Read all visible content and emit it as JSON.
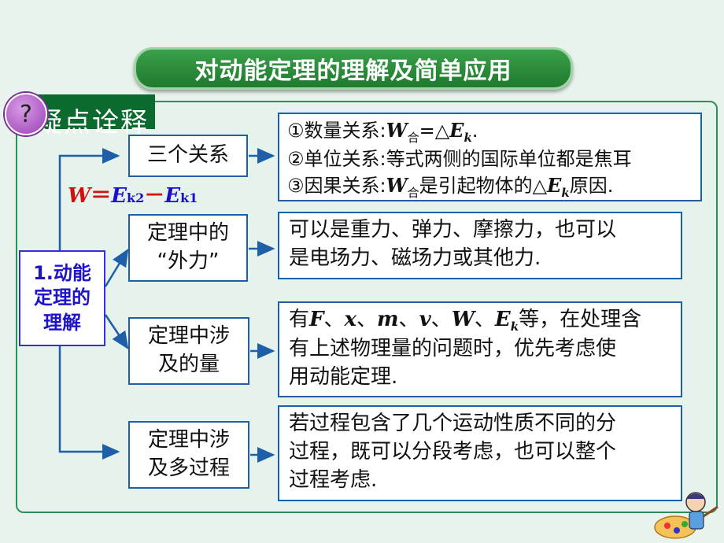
{
  "title": "对动能定理的理解及简单应用",
  "section": {
    "badge": "?",
    "label": "疑点诠释"
  },
  "root_box": {
    "line1": "1.动能",
    "line2": "定理的",
    "line3": "理解"
  },
  "formula": {
    "w": "W",
    "eq": "＝",
    "ek2": "E",
    "ek2_sub": "k2",
    "minus": "－",
    "ek1": "E",
    "ek1_sub": "k1"
  },
  "branches": [
    {
      "label_lines": [
        "三个关系"
      ],
      "detail": {
        "r1_pre": "①数量关系:",
        "r1_w": "W",
        "r1_sub": "合",
        "r1_mid": "=△",
        "r1_e": "E",
        "r1_esub": "k",
        "r1_end": ".",
        "r2": "②单位关系:等式两侧的国际单位都是焦耳",
        "r3_pre": "③因果关系:",
        "r3_w": "W",
        "r3_sub": "合",
        "r3_mid": "是引起物体的△",
        "r3_e": "E",
        "r3_esub": "k",
        "r3_end": "原因."
      }
    },
    {
      "label_lines": [
        "定理中的",
        "“外力”"
      ],
      "detail": {
        "line1": "可以是重力、弹力、摩擦力，也可以",
        "line2": "是电场力、磁场力或其他力."
      }
    },
    {
      "label_lines": [
        "定理中涉",
        "及的量"
      ],
      "detail": {
        "p1": "有",
        "F": "F",
        "s1": "、",
        "x": "x",
        "s2": "、",
        "m": "m",
        "s3": "、",
        "v": "v",
        "s4": "、",
        "W": "W",
        "s5": "、",
        "E": "E",
        "Esub": "k",
        "p2": "等，在处理含",
        "line2": "有上述物理量的问题时，优先考虑使",
        "line3": "用动能定理."
      }
    },
    {
      "label_lines": [
        "定理中涉",
        "及多过程"
      ],
      "detail": {
        "line1": "若过程包含了几个运动性质不同的分",
        "line2": "过程，既可以分段考虑，也可以整个",
        "line3": "过程考虑."
      }
    }
  ],
  "colors": {
    "banner": "#2a8f3c",
    "box_border": "#1f5fa8",
    "root_text": "#1e13c9",
    "formula_w": "#d10f0f",
    "formula_e": "#1b10c8"
  }
}
